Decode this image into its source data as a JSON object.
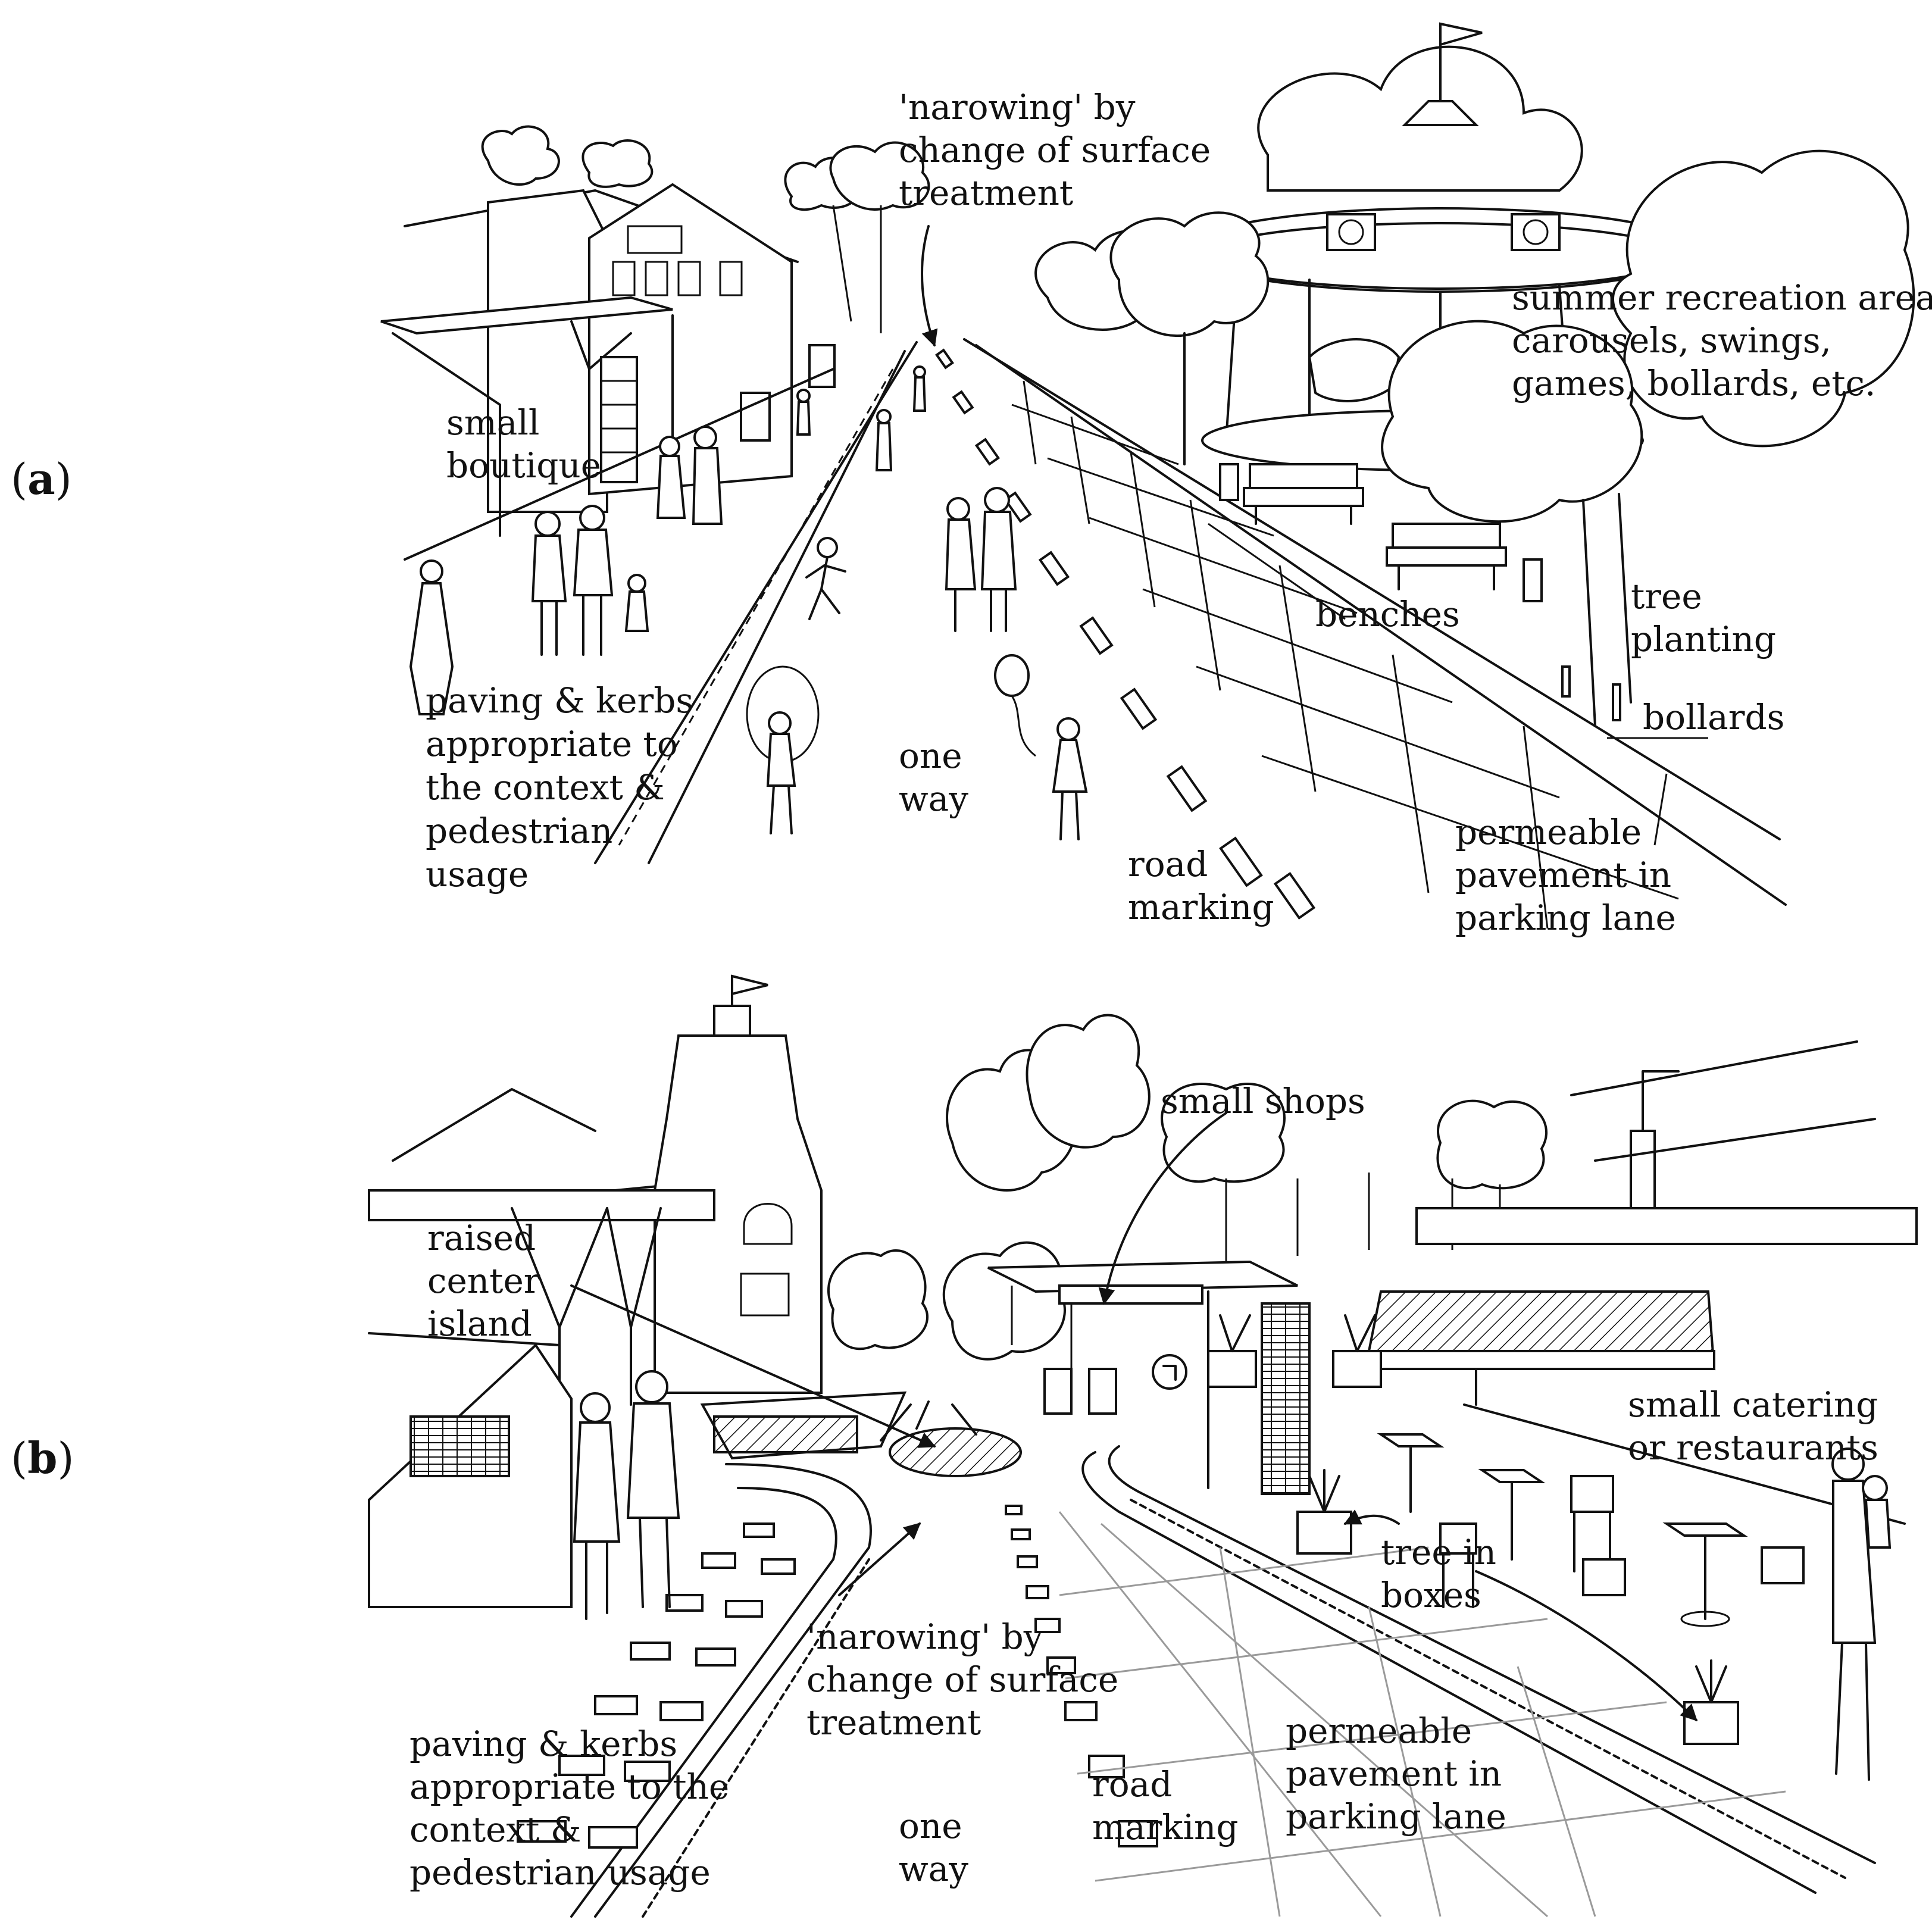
{
  "panel_a": {
    "tag": "(a)",
    "tag_letter": "a",
    "labels": {
      "narrowing": [
        "'narowing' by",
        "change of surface",
        "treatment"
      ],
      "summer": [
        "summer recreation area:",
        "carousels, swings,",
        "games, bollards, etc."
      ],
      "boutique": [
        "small",
        "boutique"
      ],
      "tree_planting": [
        "tree",
        "planting"
      ],
      "benches": [
        "benches"
      ],
      "bollards": [
        "bollards"
      ],
      "paving": [
        "paving & kerbs",
        "appropriate to",
        "the context &",
        "pedestrian",
        "usage"
      ],
      "one_way": [
        "one",
        "way"
      ],
      "road_marking": [
        "road",
        "marking"
      ],
      "permeable": [
        "permeable",
        "pavement in",
        "parking lane"
      ]
    }
  },
  "panel_b": {
    "tag": "(b)",
    "tag_letter": "b",
    "labels": {
      "small_shops": [
        "small shops"
      ],
      "raised_island": [
        "raised",
        "center",
        "island"
      ],
      "catering": [
        "small catering",
        "or restaurants"
      ],
      "tree_boxes": [
        "tree in",
        "boxes"
      ],
      "narrowing": [
        "'narowing' by",
        "change of surface",
        "treatment"
      ],
      "paving": [
        "paving & kerbs",
        "appropriate to the",
        "context &",
        "pedestrian usage"
      ],
      "one_way": [
        "one",
        "way"
      ],
      "road_marking": [
        "road",
        "marking"
      ],
      "permeable": [
        "permeable",
        "pavement in",
        "parking lane"
      ]
    }
  }
}
